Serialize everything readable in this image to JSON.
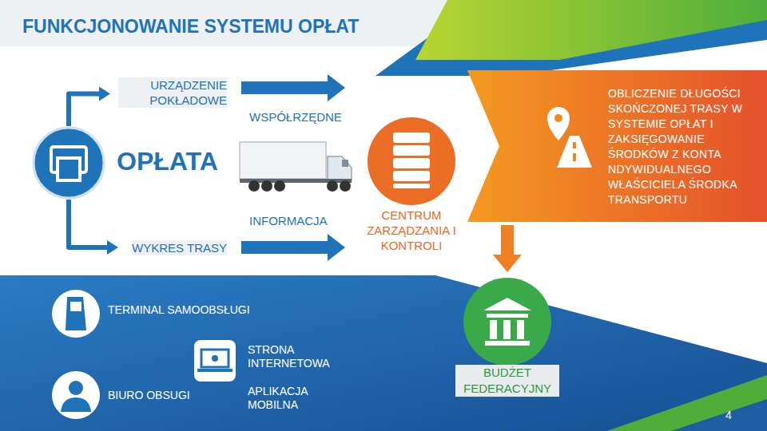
{
  "diagram": {
    "title": "FUNKCJONOWANIE SYSTEMU OPŁAT",
    "nodes": [
      {
        "text": [
          "OPŁATA"
        ]
      },
      {
        "text": [
          "URZĄDZENIE POKŁADOWE"
        ]
      },
      {
        "text": [
          "WYKRES TRASY"
        ]
      },
      {
        "text": [
          "CENTRUM ZARZĄDZANIA I KONTROLI"
        ]
      },
      {
        "text": [
          "OBLICZENIE DŁUGOŚCI SKOŃCZONEJ TRASY W SYSTEMIE OPŁAT I ZAKSIĘGOWANIE ŚRODKÓW Z KONTA NDYWIDUALNEGO WŁAŚCICIELA ŚRODKA TRANSPORTU"
        ]
      },
      {
        "text": [
          "BUDŻET FEDERACYJNY"
        ]
      }
    ],
    "edges": [
      {
        "from": 0,
        "to": 1,
        "arrow": "to"
      },
      {
        "from": 0,
        "to": 2,
        "arrow": "to"
      },
      {
        "from": 1,
        "to": 3,
        "label": "WSPÓŁRZĘDNE",
        "arrow": "to"
      },
      {
        "from": 2,
        "to": 3,
        "label": "INFORMACJA",
        "arrow": "to"
      },
      {
        "from": 4,
        "to": 5,
        "arrow": "to"
      }
    ],
    "labels": [
      "TERMINAL SAMOOBSŁUGI",
      "BIURO OBSUGI",
      "STRONA INTERNETOWA",
      "APLIKACJA MOBILNA",
      "4"
    ]
  }
}
